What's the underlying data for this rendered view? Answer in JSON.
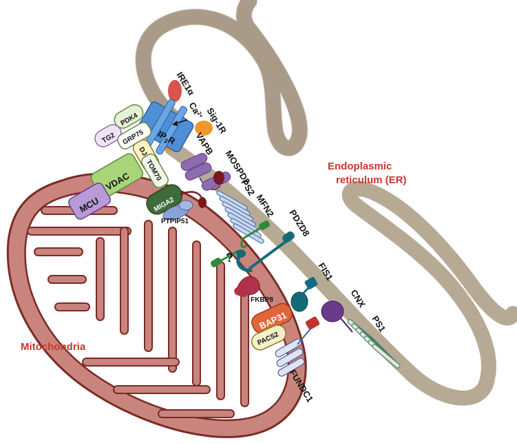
{
  "regions": {
    "er": [
      "Endoplasmic",
      "reticulum (ER)"
    ],
    "mito": "Mitochondria"
  },
  "proteins": {
    "ire1a": "IRE1α",
    "ca": "Ca",
    "ca_sup": "2+",
    "sig1r": "Sig-1R",
    "ip3r": "IP",
    "ip3r_sub": "3",
    "ip3r_end": "R",
    "pdk4": "PDK4",
    "tg2": "TG2",
    "grp75": "GRP75",
    "dj1": "DJ-1",
    "tom70": "TOM70",
    "vdac": "VDAC",
    "mcu": "MCU",
    "vapb": "VAPB",
    "mospd2": "MOSPD2",
    "miga2": "MIGA2",
    "ptpip51": "PTPIP51",
    "ps2": "PS2",
    "mfn2": "MFN2",
    "pdzd8": "PDZD8",
    "question": "?",
    "fkbp8": "FKBP8",
    "fis1": "FIS1",
    "bap31": "BAP31",
    "pacs2": "PACS2",
    "cnx": "CNX",
    "ps1": "PS1",
    "fundc1": "FUNDC1"
  },
  "colors": {
    "er_membrane": "#b7aa94",
    "er_lumen": "#ffffff",
    "mito_outer": "#c9857d",
    "mito_matrix": "#ffffff",
    "mito_line": "#7a2a24",
    "ip3r": "#4f8fd6",
    "vdac": "#a9d47a",
    "mcu": "#b79ad6",
    "miga2": "#3e6b3a",
    "ptpip51": "#8aa3d6",
    "vapb": "#8c6bb1",
    "mospd2": "#7a1620",
    "ps_helix": "#c9d8ee",
    "ps1_helix": "#dfe9d9",
    "mfn2": "#2f8a3a",
    "pdzd8": "#136b78",
    "fkbp8": "#b0324a",
    "fis1": "#136b8a",
    "bap31": "#e0653a",
    "pacs2": "#f6f0c8",
    "cnx": "#6b3a8c",
    "fundc1": "#dfe3f2",
    "sig1r": "#f0972a",
    "ire1a": "#d9534f",
    "region_label": "#c8372e"
  }
}
